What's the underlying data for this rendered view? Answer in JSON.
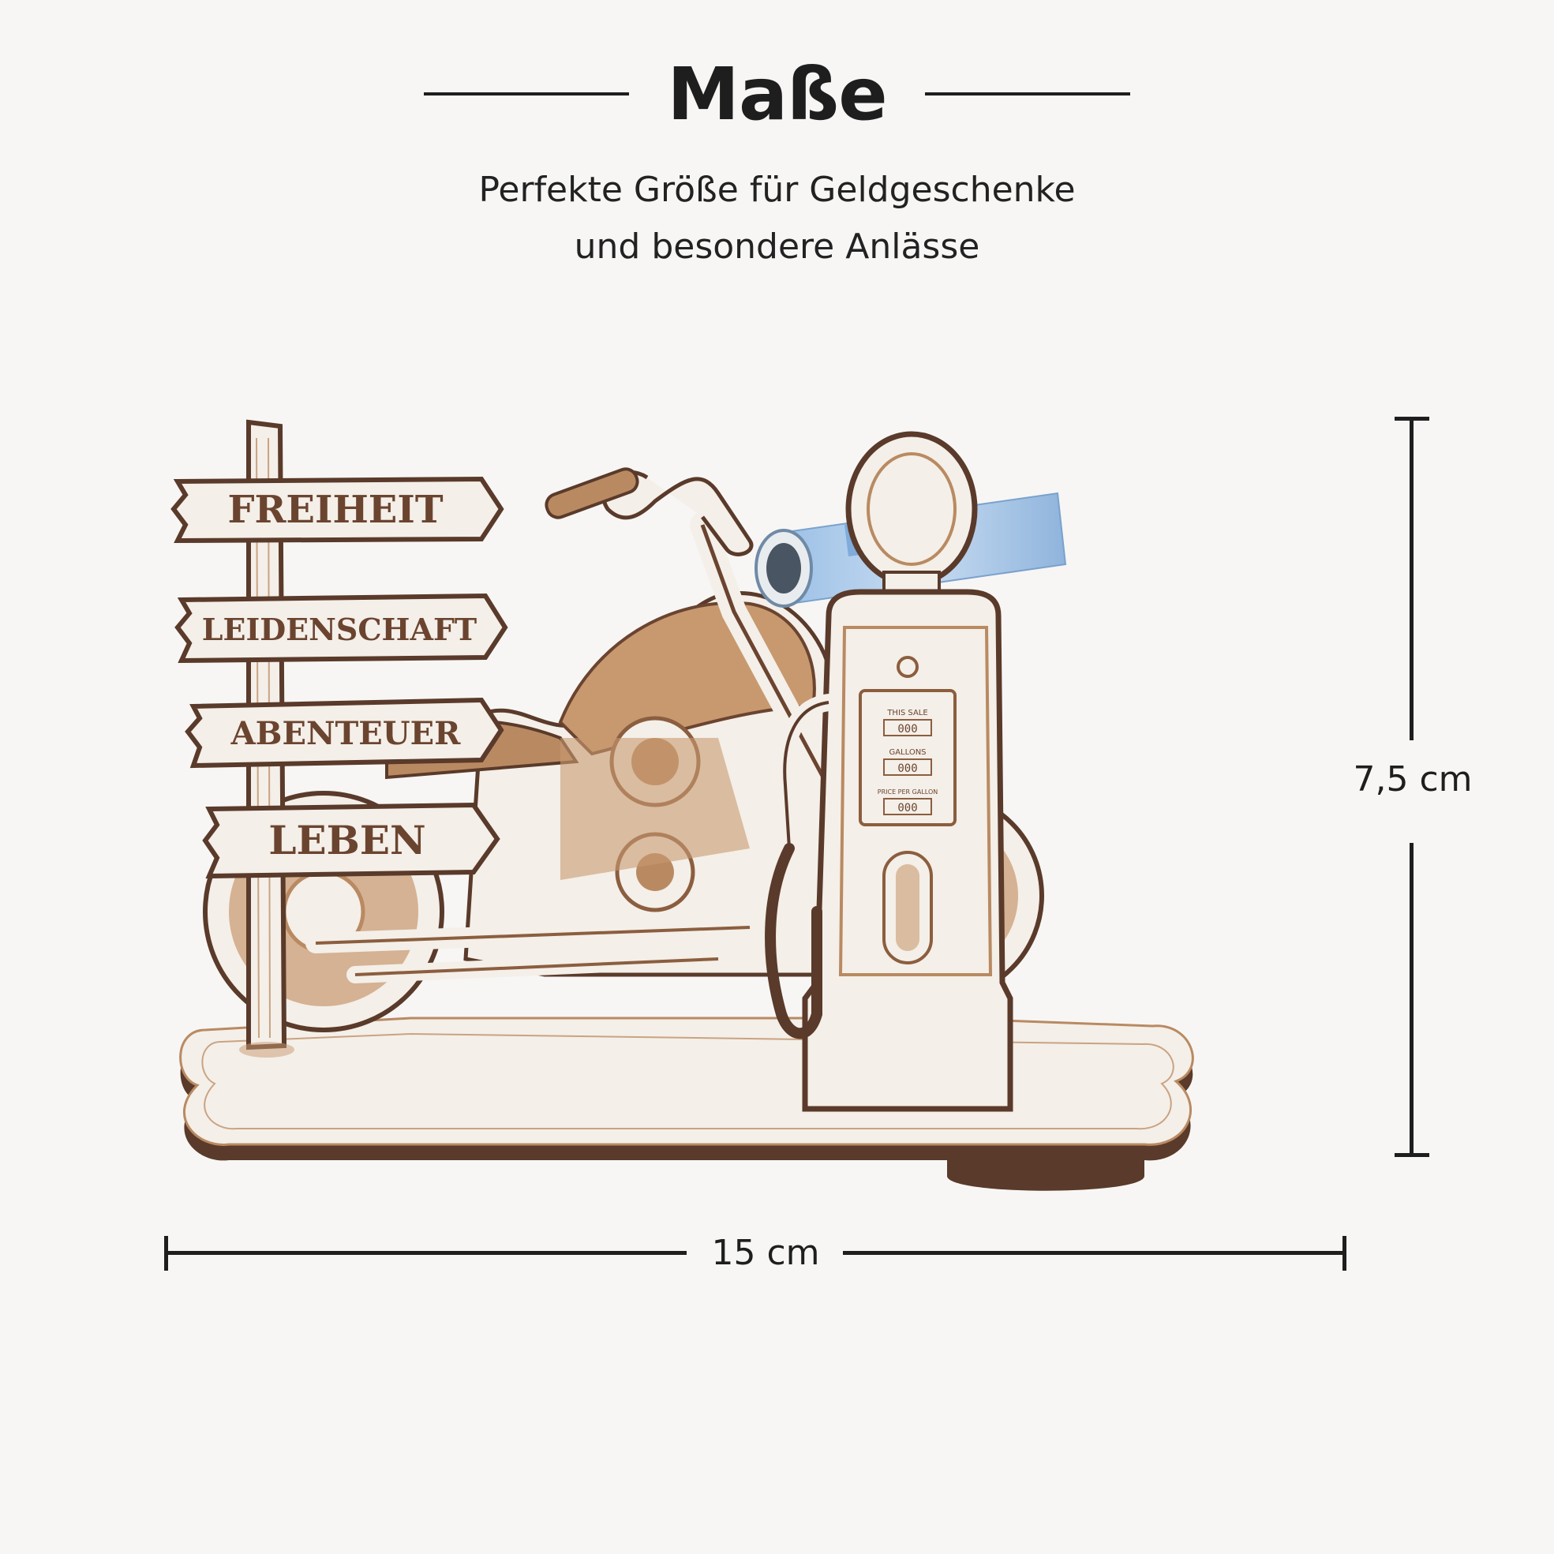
{
  "header": {
    "title": "Maße",
    "subtitle_line1": "Perfekte Größe für Geldgeschenke",
    "subtitle_line2": "und besondere Anlässe"
  },
  "product": {
    "signs": [
      "FREIHEIT",
      "LEIDENSCHAFT",
      "ABENTEUER",
      "LEBEN"
    ],
    "pump": {
      "label_sale": "THIS SALE",
      "label_gallons": "GALLONS",
      "label_price": "PRICE PER GALLON",
      "digits": "000"
    }
  },
  "dimensions": {
    "height": "7,5 cm",
    "width": "15 cm"
  },
  "colors": {
    "wood_light": "#f4efe8",
    "wood_engraved": "#b98a62",
    "wood_edge": "#5a3a2a",
    "banknote_blue": "#a8c8e8"
  }
}
